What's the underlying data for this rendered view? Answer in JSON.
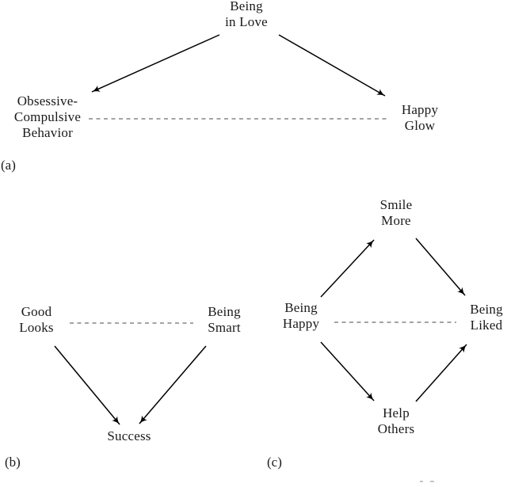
{
  "figure": {
    "type": "causal-diagrams",
    "background_color": "#ffffff",
    "text_color": "#1a1a1a",
    "arrow_color": "#000000",
    "dash_color": "#4a4a4a"
  },
  "panels": {
    "a": {
      "label": "(a)",
      "nodes": {
        "being_in_love": "Being\nin Love",
        "obsessive_compulsive_behavior": "Obsessive-\nCompulsive\nBehavior",
        "happy_glow": "Happy\nGlow"
      },
      "edges": [
        {
          "from": "being_in_love",
          "to": "obsessive_compulsive_behavior",
          "style": "arrow"
        },
        {
          "from": "being_in_love",
          "to": "happy_glow",
          "style": "arrow"
        },
        {
          "from": "obsessive_compulsive_behavior",
          "to": "happy_glow",
          "style": "dashed"
        }
      ]
    },
    "b": {
      "label": "(b)",
      "nodes": {
        "good_looks": "Good\nLooks",
        "being_smart": "Being\nSmart",
        "success": "Success"
      },
      "edges": [
        {
          "from": "good_looks",
          "to": "success",
          "style": "arrow"
        },
        {
          "from": "being_smart",
          "to": "success",
          "style": "arrow"
        },
        {
          "from": "good_looks",
          "to": "being_smart",
          "style": "dashed"
        }
      ]
    },
    "c": {
      "label": "(c)",
      "nodes": {
        "smile_more": "Smile\nMore",
        "being_happy": "Being\nHappy",
        "being_liked": "Being\nLiked",
        "help_others": "Help\nOthers"
      },
      "edges": [
        {
          "from": "being_happy",
          "to": "smile_more",
          "style": "arrow"
        },
        {
          "from": "smile_more",
          "to": "being_liked",
          "style": "arrow"
        },
        {
          "from": "being_happy",
          "to": "help_others",
          "style": "arrow"
        },
        {
          "from": "help_others",
          "to": "being_liked",
          "style": "arrow"
        },
        {
          "from": "being_happy",
          "to": "being_liked",
          "style": "dashed"
        }
      ]
    }
  }
}
